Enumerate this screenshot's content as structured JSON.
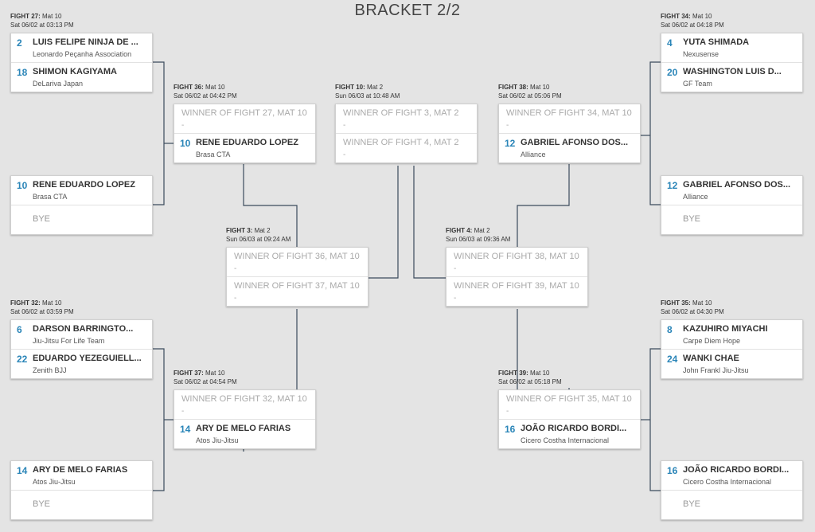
{
  "title": "BRACKET 2/2",
  "fights": [
    {
      "id": "fight-27",
      "label": "FIGHT 27:",
      "mat": "Mat 10",
      "time": "Sat 06/02 at 03:13 PM",
      "slots": [
        {
          "seed": "2",
          "name": "LUIS FELIPE NINJA DE ...",
          "team": "Leonardo Peçanha Association"
        },
        {
          "seed": "18",
          "name": "SHIMON KAGIYAMA",
          "team": "DeLariva Japan"
        }
      ]
    },
    {
      "id": "fight-bye-lt",
      "label": "",
      "mat": "",
      "time": "",
      "slots": [
        {
          "seed": "10",
          "name": "RENE EDUARDO LOPEZ",
          "team": "Brasa CTA"
        },
        {
          "bye": "BYE"
        }
      ]
    },
    {
      "id": "fight-32",
      "label": "FIGHT 32:",
      "mat": "Mat 10",
      "time": "Sat 06/02 at 03:59 PM",
      "slots": [
        {
          "seed": "6",
          "name": "DARSON BARRINGTO...",
          "team": "Jiu-Jitsu For Life Team"
        },
        {
          "seed": "22",
          "name": "EDUARDO YEZEGUIELL...",
          "team": "Zenith BJJ"
        }
      ]
    },
    {
      "id": "fight-bye-lb",
      "label": "",
      "mat": "",
      "time": "",
      "slots": [
        {
          "seed": "14",
          "name": "ARY DE MELO FARIAS",
          "team": "Atos Jiu-Jitsu"
        },
        {
          "bye": "BYE"
        }
      ]
    },
    {
      "id": "fight-36",
      "label": "FIGHT 36:",
      "mat": "Mat 10",
      "time": "Sat 06/02 at 04:42 PM",
      "slots": [
        {
          "placeholder": "WINNER OF FIGHT 27, MAT 10",
          "dash": "-"
        },
        {
          "seed": "10",
          "name": "RENE EDUARDO LOPEZ",
          "team": "Brasa CTA"
        }
      ]
    },
    {
      "id": "fight-37",
      "label": "FIGHT 37:",
      "mat": "Mat 10",
      "time": "Sat 06/02 at 04:54 PM",
      "slots": [
        {
          "placeholder": "WINNER OF FIGHT 32, MAT 10",
          "dash": "-"
        },
        {
          "seed": "14",
          "name": "ARY DE MELO FARIAS",
          "team": "Atos Jiu-Jitsu"
        }
      ]
    },
    {
      "id": "fight-3",
      "label": "FIGHT 3:",
      "mat": "Mat 2",
      "time": "Sun 06/03 at 09:24 AM",
      "slots": [
        {
          "placeholder": "WINNER OF FIGHT 36, MAT 10",
          "dash": "-"
        },
        {
          "placeholder": "WINNER OF FIGHT 37, MAT 10",
          "dash": "-"
        }
      ]
    },
    {
      "id": "fight-10",
      "label": "FIGHT 10:",
      "mat": "Mat 2",
      "time": "Sun 06/03 at 10:48 AM",
      "slots": [
        {
          "placeholder": "WINNER OF FIGHT 3, MAT 2",
          "dash": "-"
        },
        {
          "placeholder": "WINNER OF FIGHT 4, MAT 2",
          "dash": "-"
        }
      ]
    },
    {
      "id": "fight-4",
      "label": "FIGHT 4:",
      "mat": "Mat 2",
      "time": "Sun 06/03 at 09:36 AM",
      "slots": [
        {
          "placeholder": "WINNER OF FIGHT 38, MAT 10",
          "dash": "-"
        },
        {
          "placeholder": "WINNER OF FIGHT 39, MAT 10",
          "dash": "-"
        }
      ]
    },
    {
      "id": "fight-38",
      "label": "FIGHT 38:",
      "mat": "Mat 10",
      "time": "Sat 06/02 at 05:06 PM",
      "slots": [
        {
          "placeholder": "WINNER OF FIGHT 34, MAT 10",
          "dash": "-"
        },
        {
          "seed": "12",
          "name": "GABRIEL AFONSO DOS...",
          "team": "Alliance"
        }
      ]
    },
    {
      "id": "fight-39",
      "label": "FIGHT 39:",
      "mat": "Mat 10",
      "time": "Sat 06/02 at 05:18 PM",
      "slots": [
        {
          "placeholder": "WINNER OF FIGHT 35, MAT 10",
          "dash": "-"
        },
        {
          "seed": "16",
          "name": "JOÃO RICARDO BORDI...",
          "team": "Cicero Costha Internacional"
        }
      ]
    },
    {
      "id": "fight-34",
      "label": "FIGHT 34:",
      "mat": "Mat 10",
      "time": "Sat 06/02 at 04:18 PM",
      "slots": [
        {
          "seed": "4",
          "name": "YUTA SHIMADA",
          "team": "Nexusense"
        },
        {
          "seed": "20",
          "name": "WASHINGTON LUIS D...",
          "team": "GF Team"
        }
      ]
    },
    {
      "id": "fight-bye-rt",
      "label": "",
      "mat": "",
      "time": "",
      "slots": [
        {
          "seed": "12",
          "name": "GABRIEL AFONSO DOS...",
          "team": "Alliance"
        },
        {
          "bye": "BYE"
        }
      ]
    },
    {
      "id": "fight-35",
      "label": "FIGHT 35:",
      "mat": "Mat 10",
      "time": "Sat 06/02 at 04:30 PM",
      "slots": [
        {
          "seed": "8",
          "name": "KAZUHIRO MIYACHI",
          "team": "Carpe Diem Hope"
        },
        {
          "seed": "24",
          "name": "WANKI CHAE",
          "team": "John Frankl Jiu-Jitsu"
        }
      ]
    },
    {
      "id": "fight-bye-rb",
      "label": "",
      "mat": "",
      "time": "",
      "slots": [
        {
          "seed": "16",
          "name": "JOÃO RICARDO BORDI...",
          "team": "Cicero Costha Internacional"
        },
        {
          "bye": "BYE"
        }
      ]
    }
  ]
}
